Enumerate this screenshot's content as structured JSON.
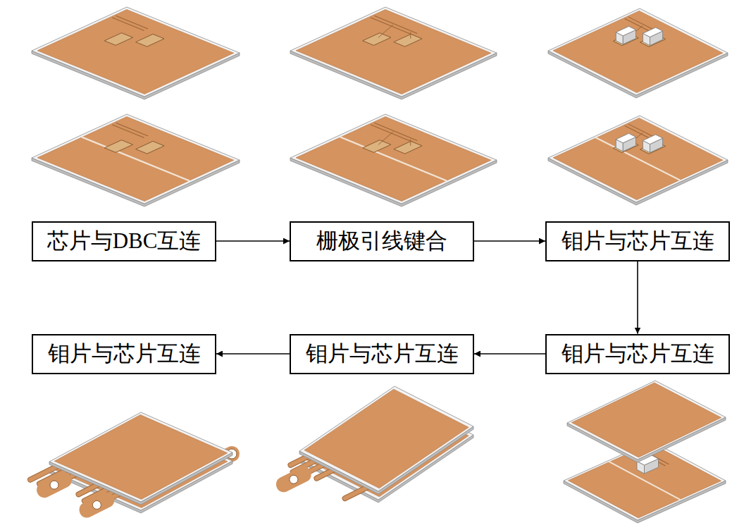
{
  "diagram": {
    "nodes": [
      {
        "text": [
          "芯片与DBC互连"
        ]
      },
      {
        "text": [
          "栅极引线键合"
        ]
      },
      {
        "text": [
          "钼片与芯片互连"
        ]
      },
      {
        "text": [
          "钼片与芯片互连"
        ]
      },
      {
        "text": [
          "钼片与芯片互连"
        ]
      },
      {
        "text": [
          "钼片与芯片互连"
        ]
      }
    ],
    "edges": [
      {
        "from": 0,
        "to": 1,
        "arrow": "to"
      },
      {
        "from": 1,
        "to": 2,
        "arrow": "to"
      },
      {
        "from": 2,
        "to": 3,
        "arrow": "to"
      },
      {
        "from": 3,
        "to": 4,
        "arrow": "to"
      },
      {
        "from": 4,
        "to": 5,
        "arrow": "to"
      }
    ]
  }
}
